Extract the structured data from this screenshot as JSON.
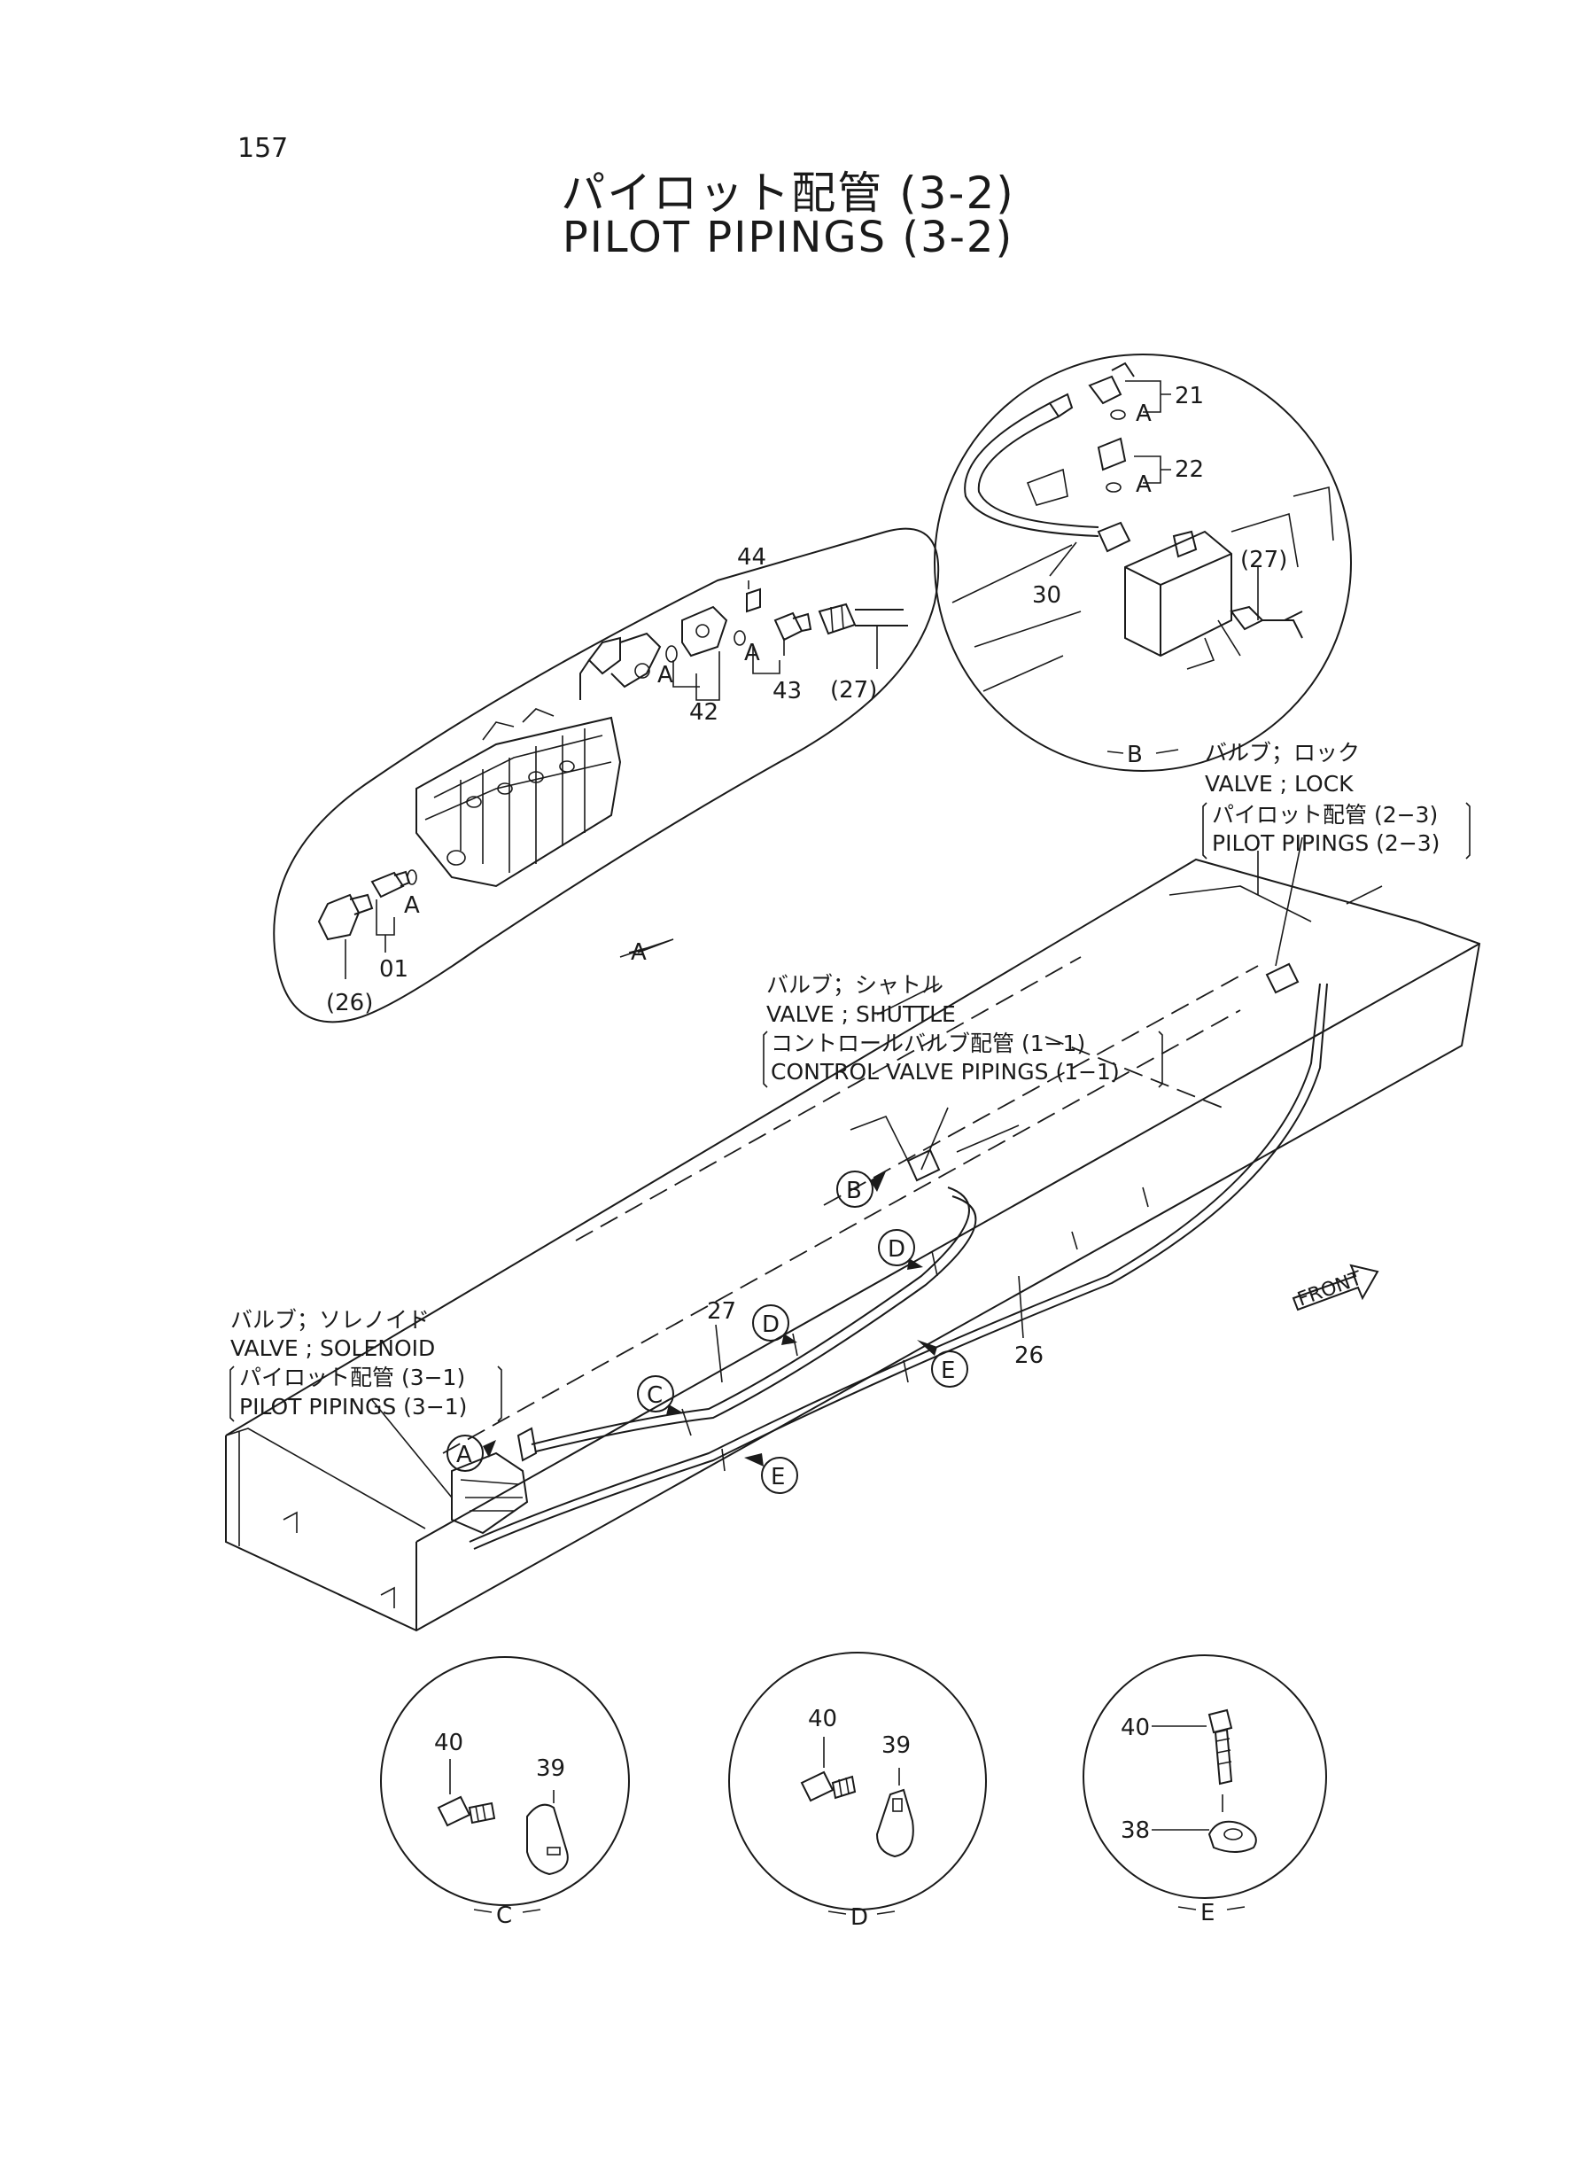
{
  "page_number": "157",
  "title_jp": "パイロット配管 (3-2)",
  "title_en": "PILOT PIPINGS (3-2)",
  "detail_A": {
    "letter": "A",
    "callouts": {
      "p44": "44",
      "p42": "42",
      "p43": "43",
      "p27": "(27)",
      "p01": "01",
      "p26": "(26)",
      "a1": "A",
      "a2": "A",
      "a3": "A"
    }
  },
  "detail_B": {
    "letter": "B",
    "callouts": {
      "p21": "21",
      "p22": "22",
      "p30": "30",
      "p27": "(27)",
      "a1": "A",
      "a2": "A"
    }
  },
  "detail_C": {
    "letter": "C",
    "callouts": {
      "p40": "40",
      "p39": "39"
    }
  },
  "detail_D": {
    "letter": "D",
    "callouts": {
      "p40": "40",
      "p39": "39"
    }
  },
  "detail_E": {
    "letter": "E",
    "callouts": {
      "p40": "40",
      "p38": "38"
    }
  },
  "notes": {
    "lock": {
      "jp": "バルブ；ロック",
      "en": "VALVE ; LOCK",
      "ref_jp": "パイロット配管 (2−3)",
      "ref_en": "PILOT PIPINGS (2−3)"
    },
    "shuttle": {
      "jp": "バルブ；シャトル",
      "en": "VALVE ; SHUTTLE",
      "ref_jp": "コントロールバルブ配管 (1−1)",
      "ref_en": "CONTROL VALVE PIPINGS (1−1)"
    },
    "solenoid": {
      "jp": "バルブ；ソレノイド",
      "en": "VALVE ; SOLENOID",
      "ref_jp": "パイロット配管 (3−1)",
      "ref_en": "PILOT PIPINGS (3−1)"
    }
  },
  "main_callouts": {
    "p27": "27",
    "p26": "26"
  },
  "markers": {
    "A": "A",
    "B": "B",
    "C": "C",
    "D1": "D",
    "D2": "D",
    "E1": "E",
    "E2": "E"
  },
  "front_label": "FRONT"
}
